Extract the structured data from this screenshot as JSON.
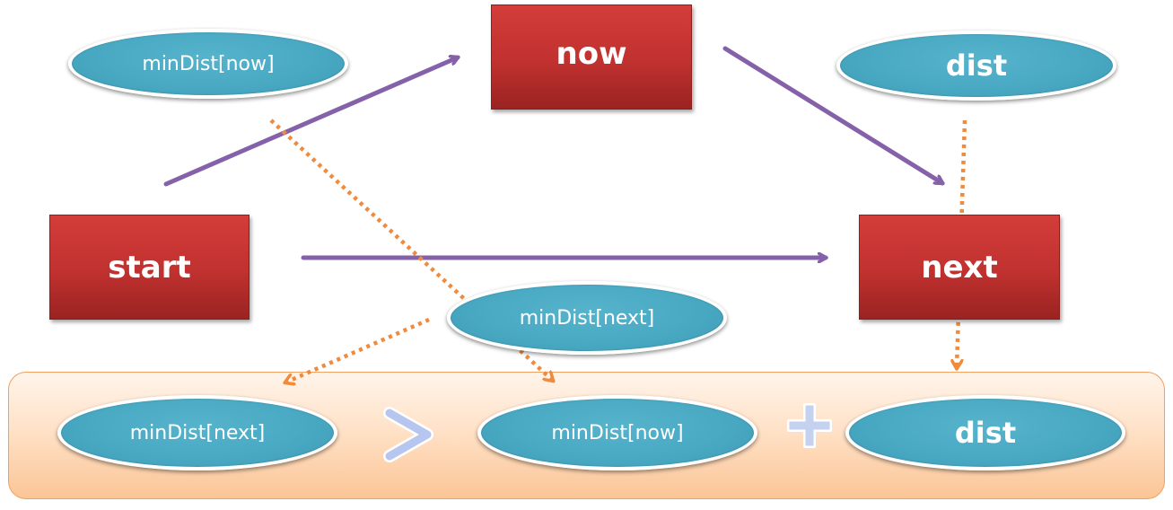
{
  "nodes": {
    "now": "now",
    "start": "start",
    "next": "next"
  },
  "labels": {
    "min_dist_now_top": "minDist[now]",
    "dist_top": "dist",
    "min_dist_next_mid": "minDist[next]"
  },
  "formula": {
    "left": "minDist[next]",
    "middle": "minDist[now]",
    "right": "dist",
    "comparison": "greater-than",
    "operation": "plus"
  },
  "colors": {
    "node_red": "#c0312f",
    "ellipse_teal": "#48a8c2",
    "solid_arrow_purple": "#8461a8",
    "dotted_arrow_orange": "#f08a3c",
    "panel_orange": "#fbc596"
  }
}
